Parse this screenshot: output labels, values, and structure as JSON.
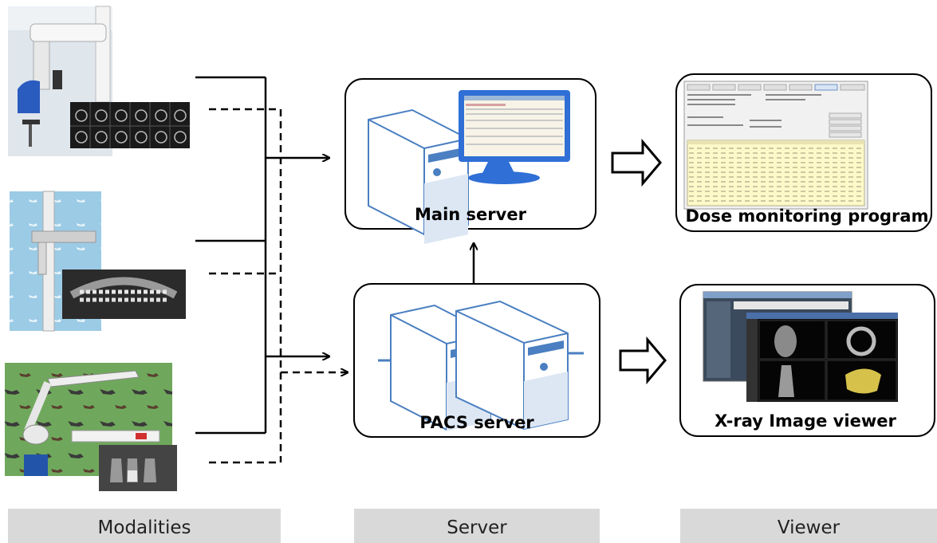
{
  "nodes": {
    "main_server": "Main server",
    "pacs_server": "PACS server",
    "dose_program": "Dose monitoring program",
    "xray_viewer": "X-ray Image viewer"
  },
  "columns": {
    "modalities": "Modalities",
    "server": "Server",
    "viewer": "Viewer"
  },
  "colors": {
    "server_blue": "#4a7fc1",
    "server_body": "#ffffff",
    "column_bar": "#d9d9d9",
    "monitor_blue": "#2f6fd6",
    "line": "#000000"
  },
  "icons": {
    "modality_1": "cbct-scanner-photo",
    "modality_2": "panoramic-xray-photo",
    "modality_3": "intraoral-xray-photo"
  }
}
